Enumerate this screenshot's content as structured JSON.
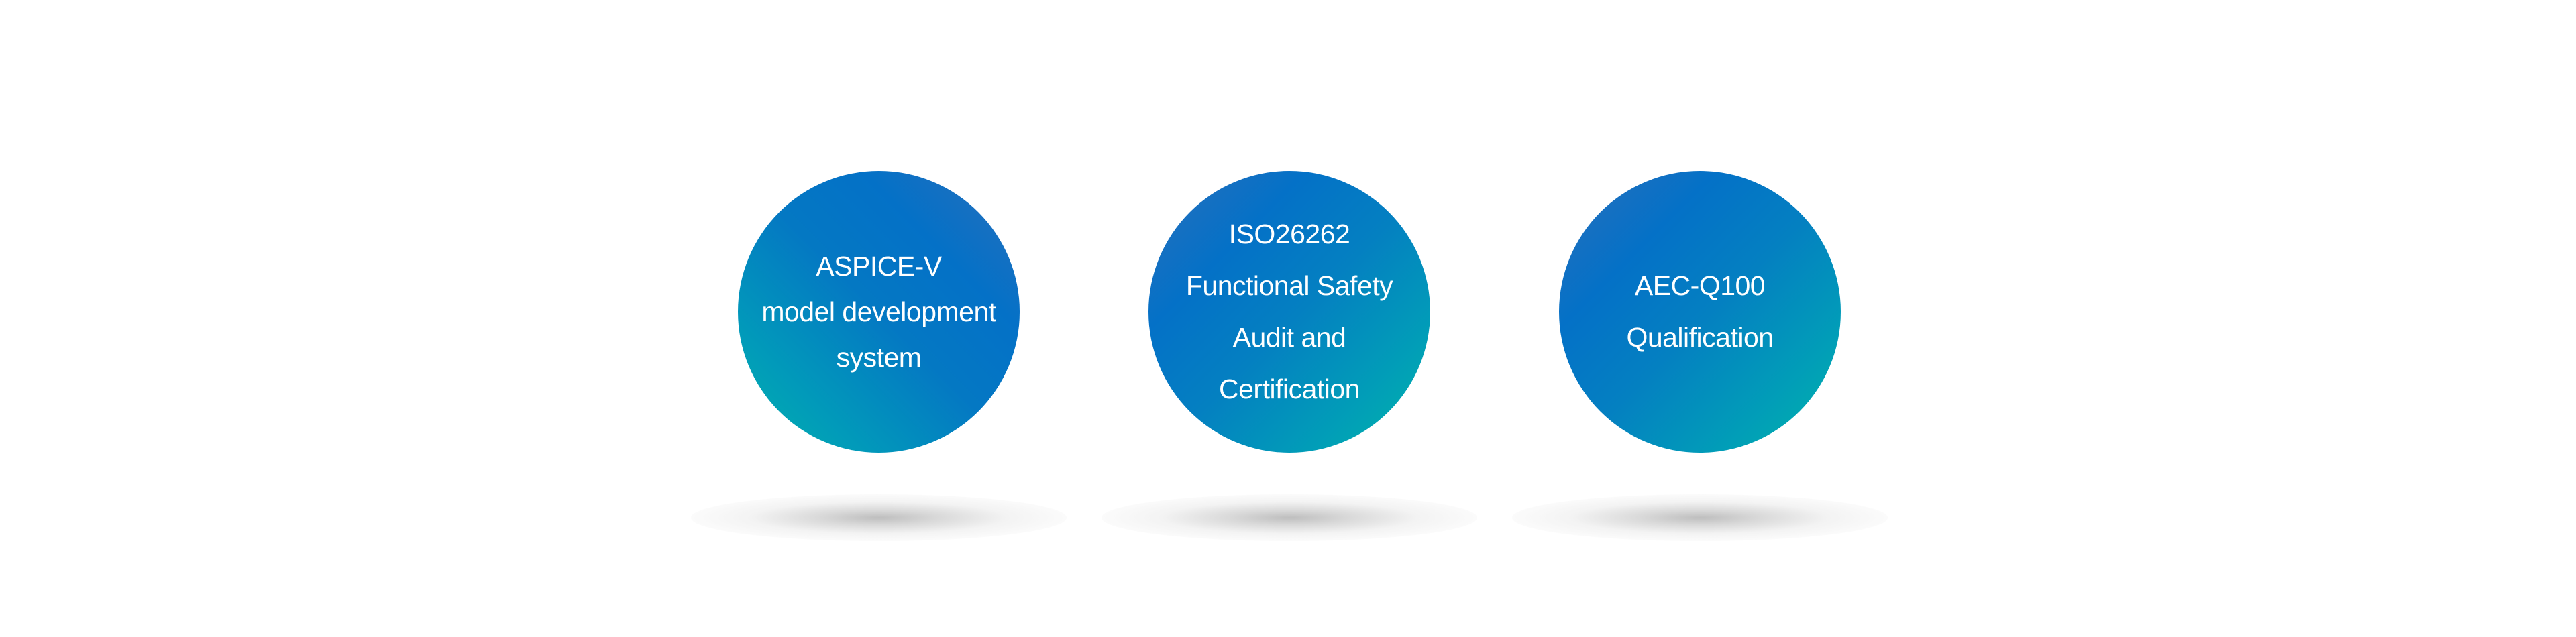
{
  "badges": [
    {
      "lines": [
        "ASPICE-V",
        "model development",
        "system"
      ],
      "gradient": {
        "from": "#2a6fbb",
        "mid": "#0471c7",
        "to": "#00b4ab",
        "direction": "top-right to bottom-left"
      }
    },
    {
      "lines": [
        "ISO26262",
        "Functional Safety",
        "Audit and",
        "Certification"
      ],
      "gradient": {
        "from": "#2a6fbb",
        "mid": "#0471c7",
        "to": "#00b6aa",
        "direction": "top-left to bottom-right"
      }
    },
    {
      "lines": [
        "AEC-Q100",
        "Qualification"
      ],
      "gradient": {
        "from": "#2a6fbb",
        "mid": "#0471c7",
        "to": "#00b6aa",
        "direction": "top-left to bottom-right"
      }
    }
  ],
  "colors": {
    "background": "#ffffff",
    "text": "#ffffff",
    "shadow_core": "#bdbdbd"
  }
}
